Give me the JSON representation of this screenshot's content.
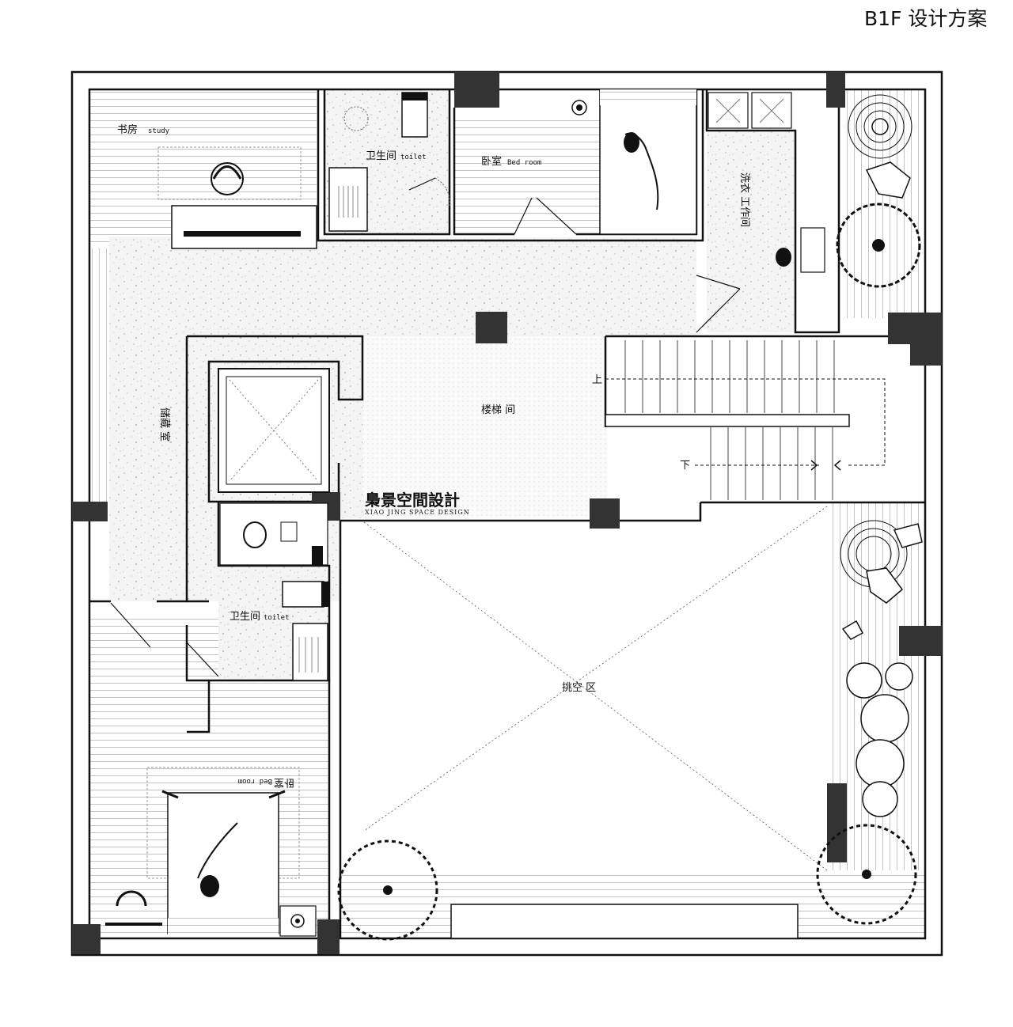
{
  "title": "B1F  设计方案",
  "rooms": {
    "study_cn": "书房",
    "study_en": "study",
    "toilet_top_cn": "卫生间",
    "toilet_top_en": "toilet",
    "bedroom_top_cn": "卧室",
    "bedroom_top_en": "Bed room",
    "laundry": "洗衣 工作间",
    "storage": "储藏 室",
    "stairwell": "楼梯 间",
    "up": "上",
    "down": "下",
    "toilet_mid_cn": "卫生间",
    "toilet_mid_en": "toilet",
    "void": "挑空 区",
    "bedroom_bottom_cn": "卧室",
    "bedroom_bottom_en": "Bed room"
  },
  "logo": {
    "name": "梟景空間設計",
    "sub": "XIAO JING SPACE DESIGN"
  },
  "colors": {
    "wall": "#111111",
    "column": "#333333",
    "terrazzo": "#f3f3f3",
    "deck_line": "#bbbbbb",
    "background": "#ffffff"
  }
}
